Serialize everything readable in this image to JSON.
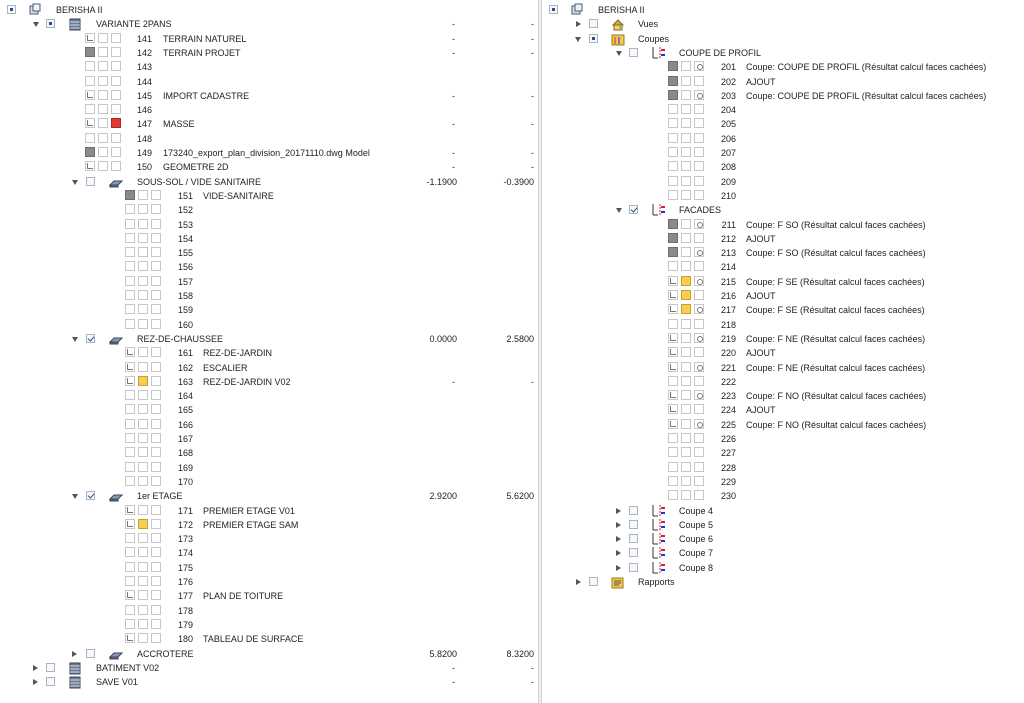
{
  "left": {
    "root": {
      "label": "BERISHA II"
    },
    "variant": {
      "label": "VARIANTE 2PANS",
      "v1": "-",
      "v2": "-"
    },
    "top_layers": [
      {
        "num": "141",
        "label": "TERRAIN NATUREL",
        "icons": [
          "plan",
          "blank",
          "blank"
        ],
        "v1": "-",
        "v2": "-"
      },
      {
        "num": "142",
        "label": "TERRAIN PROJET",
        "icons": [
          "img",
          "blank",
          "blank"
        ],
        "v1": "-",
        "v2": "-"
      },
      {
        "num": "143",
        "label": "",
        "icons": [
          "blank",
          "blank",
          "blank"
        ]
      },
      {
        "num": "144",
        "label": "",
        "icons": [
          "blank",
          "blank",
          "blank"
        ]
      },
      {
        "num": "145",
        "label": "IMPORT CADASTRE",
        "icons": [
          "plan",
          "blank",
          "blank"
        ],
        "v1": "-",
        "v2": "-"
      },
      {
        "num": "146",
        "label": "",
        "icons": [
          "blank",
          "blank",
          "blank"
        ]
      },
      {
        "num": "147",
        "label": "MASSE",
        "icons": [
          "plan",
          "blank",
          "red"
        ],
        "v1": "-",
        "v2": "-"
      },
      {
        "num": "148",
        "label": "",
        "icons": [
          "blank",
          "blank",
          "blank"
        ]
      },
      {
        "num": "149",
        "label": "173240_export_plan_division_20171110.dwg Model",
        "icons": [
          "img",
          "blank",
          "blank"
        ],
        "v1": "-",
        "v2": "-"
      },
      {
        "num": "150",
        "label": "GEOMETRE 2D",
        "icons": [
          "plan",
          "blank",
          "blank"
        ],
        "v1": "-",
        "v2": "-"
      }
    ],
    "floors": [
      {
        "label": "SOUS-SOL / VIDE SANITAIRE",
        "expanded": true,
        "check": "none",
        "v1": "-1.1900",
        "v2": "-0.3900",
        "layers": [
          {
            "num": "151",
            "label": "VIDE-SANITAIRE",
            "icons": [
              "img",
              "blank",
              "blank"
            ]
          },
          {
            "num": "152",
            "label": "",
            "icons": [
              "blank",
              "blank",
              "blank"
            ]
          },
          {
            "num": "153",
            "label": "",
            "icons": [
              "blank",
              "blank",
              "blank"
            ]
          },
          {
            "num": "154",
            "label": "",
            "icons": [
              "blank",
              "blank",
              "blank"
            ]
          },
          {
            "num": "155",
            "label": "",
            "icons": [
              "blank",
              "blank",
              "blank"
            ]
          },
          {
            "num": "156",
            "label": "",
            "icons": [
              "blank",
              "blank",
              "blank"
            ]
          },
          {
            "num": "157",
            "label": "",
            "icons": [
              "blank",
              "blank",
              "blank"
            ]
          },
          {
            "num": "158",
            "label": "",
            "icons": [
              "blank",
              "blank",
              "blank"
            ]
          },
          {
            "num": "159",
            "label": "",
            "icons": [
              "blank",
              "blank",
              "blank"
            ]
          },
          {
            "num": "160",
            "label": "",
            "icons": [
              "blank",
              "blank",
              "blank"
            ]
          }
        ]
      },
      {
        "label": "REZ-DE-CHAUSSEE",
        "expanded": true,
        "check": "checked",
        "v1": "0.0000",
        "v2": "2.5800",
        "layers": [
          {
            "num": "161",
            "label": "REZ-DE-JARDIN",
            "icons": [
              "plan",
              "blank",
              "blank"
            ]
          },
          {
            "num": "162",
            "label": "ESCALIER",
            "icons": [
              "plan",
              "blank",
              "blank"
            ]
          },
          {
            "num": "163",
            "label": "REZ-DE-JARDIN V02",
            "icons": [
              "plan",
              "yel",
              "blank"
            ],
            "v1": "-",
            "v2": "-"
          },
          {
            "num": "164",
            "label": "",
            "icons": [
              "blank",
              "blank",
              "blank"
            ]
          },
          {
            "num": "165",
            "label": "",
            "icons": [
              "blank",
              "blank",
              "blank"
            ]
          },
          {
            "num": "166",
            "label": "",
            "icons": [
              "blank",
              "blank",
              "blank"
            ]
          },
          {
            "num": "167",
            "label": "",
            "icons": [
              "blank",
              "blank",
              "blank"
            ]
          },
          {
            "num": "168",
            "label": "",
            "icons": [
              "blank",
              "blank",
              "blank"
            ]
          },
          {
            "num": "169",
            "label": "",
            "icons": [
              "blank",
              "blank",
              "blank"
            ]
          },
          {
            "num": "170",
            "label": "",
            "icons": [
              "blank",
              "blank",
              "blank"
            ]
          }
        ]
      },
      {
        "label": "1er ETAGE",
        "expanded": true,
        "check": "checked",
        "v1": "2.9200",
        "v2": "5.6200",
        "layers": [
          {
            "num": "171",
            "label": "PREMIER ETAGE V01",
            "icons": [
              "plan",
              "blank",
              "blank"
            ]
          },
          {
            "num": "172",
            "label": "PREMIER ETAGE SAM",
            "icons": [
              "plan",
              "yel",
              "blank"
            ]
          },
          {
            "num": "173",
            "label": "",
            "icons": [
              "blank",
              "blank",
              "blank"
            ]
          },
          {
            "num": "174",
            "label": "",
            "icons": [
              "blank",
              "blank",
              "blank"
            ]
          },
          {
            "num": "175",
            "label": "",
            "icons": [
              "blank",
              "blank",
              "blank"
            ]
          },
          {
            "num": "176",
            "label": "",
            "icons": [
              "blank",
              "blank",
              "blank"
            ]
          },
          {
            "num": "177",
            "label": "PLAN DE TOITURE",
            "icons": [
              "plan",
              "blank",
              "blank"
            ]
          },
          {
            "num": "178",
            "label": "",
            "icons": [
              "blank",
              "blank",
              "blank"
            ]
          },
          {
            "num": "179",
            "label": "",
            "icons": [
              "blank",
              "blank",
              "blank"
            ]
          },
          {
            "num": "180",
            "label": "TABLEAU DE SURFACE",
            "icons": [
              "plan",
              "blank",
              "blank"
            ]
          }
        ]
      },
      {
        "label": "ACCROTERE",
        "expanded": false,
        "check": "none",
        "v1": "5.8200",
        "v2": "8.3200",
        "layers": []
      }
    ],
    "buildings": [
      {
        "label": "BATIMENT V02",
        "v1": "-",
        "v2": "-"
      },
      {
        "label": "SAVE V01",
        "v1": "-",
        "v2": "-"
      }
    ]
  },
  "right": {
    "root": {
      "label": "BERISHA II"
    },
    "vues": {
      "label": "Vues"
    },
    "coupes": {
      "label": "Coupes"
    },
    "groups": [
      {
        "label": "COUPE DE PROFIL",
        "expanded": true,
        "check": "none",
        "items": [
          {
            "num": "201",
            "label": "Coupe: COUPE DE PROFIL (Résultat calcul faces cachées)",
            "icons": [
              "img",
              "blank",
              "gear"
            ]
          },
          {
            "num": "202",
            "label": "AJOUT",
            "icons": [
              "img",
              "blank",
              "blank"
            ]
          },
          {
            "num": "203",
            "label": "Coupe: COUPE DE PROFIL (Résultat calcul faces cachées)",
            "icons": [
              "img",
              "blank",
              "gear"
            ]
          },
          {
            "num": "204",
            "label": "",
            "icons": [
              "blank",
              "blank",
              "blank"
            ]
          },
          {
            "num": "205",
            "label": "",
            "icons": [
              "blank",
              "blank",
              "blank"
            ]
          },
          {
            "num": "206",
            "label": "",
            "icons": [
              "blank",
              "blank",
              "blank"
            ]
          },
          {
            "num": "207",
            "label": "",
            "icons": [
              "blank",
              "blank",
              "blank"
            ]
          },
          {
            "num": "208",
            "label": "",
            "icons": [
              "blank",
              "blank",
              "blank"
            ]
          },
          {
            "num": "209",
            "label": "",
            "icons": [
              "blank",
              "blank",
              "blank"
            ]
          },
          {
            "num": "210",
            "label": "",
            "icons": [
              "blank",
              "blank",
              "blank"
            ]
          }
        ]
      },
      {
        "label": "FACADES",
        "expanded": true,
        "check": "checked",
        "items": [
          {
            "num": "211",
            "label": "Coupe: F SO (Résultat calcul faces cachées)",
            "icons": [
              "img",
              "blank",
              "gear"
            ]
          },
          {
            "num": "212",
            "label": "AJOUT",
            "icons": [
              "img",
              "blank",
              "blank"
            ]
          },
          {
            "num": "213",
            "label": "Coupe: F SO (Résultat calcul faces cachées)",
            "icons": [
              "img",
              "blank",
              "gear"
            ]
          },
          {
            "num": "214",
            "label": "",
            "icons": [
              "blank",
              "blank",
              "blank"
            ]
          },
          {
            "num": "215",
            "label": "Coupe: F SE (Résultat calcul faces cachées)",
            "icons": [
              "plan",
              "yel",
              "gear"
            ]
          },
          {
            "num": "216",
            "label": "AJOUT",
            "icons": [
              "plan",
              "yel",
              "blank"
            ]
          },
          {
            "num": "217",
            "label": "Coupe: F SE (Résultat calcul faces cachées)",
            "icons": [
              "plan",
              "yel",
              "gear"
            ]
          },
          {
            "num": "218",
            "label": "",
            "icons": [
              "blank",
              "blank",
              "blank"
            ]
          },
          {
            "num": "219",
            "label": "Coupe: F NE (Résultat calcul faces cachées)",
            "icons": [
              "plan",
              "blank",
              "gear"
            ]
          },
          {
            "num": "220",
            "label": "AJOUT",
            "icons": [
              "plan",
              "blank",
              "blank"
            ]
          },
          {
            "num": "221",
            "label": "Coupe: F NE (Résultat calcul faces cachées)",
            "icons": [
              "plan",
              "blank",
              "gear"
            ]
          },
          {
            "num": "222",
            "label": "",
            "icons": [
              "blank",
              "blank",
              "blank"
            ]
          },
          {
            "num": "223",
            "label": "Coupe: F NO (Résultat calcul faces cachées)",
            "icons": [
              "plan",
              "blank",
              "gear"
            ]
          },
          {
            "num": "224",
            "label": "AJOUT",
            "icons": [
              "plan",
              "blank",
              "blank"
            ]
          },
          {
            "num": "225",
            "label": "Coupe: F NO (Résultat calcul faces cachées)",
            "icons": [
              "plan",
              "blank",
              "gear"
            ]
          },
          {
            "num": "226",
            "label": "",
            "icons": [
              "blank",
              "blank",
              "blank"
            ]
          },
          {
            "num": "227",
            "label": "",
            "icons": [
              "blank",
              "blank",
              "blank"
            ]
          },
          {
            "num": "228",
            "label": "",
            "icons": [
              "blank",
              "blank",
              "blank"
            ]
          },
          {
            "num": "229",
            "label": "",
            "icons": [
              "blank",
              "blank",
              "blank"
            ]
          },
          {
            "num": "230",
            "label": "",
            "icons": [
              "blank",
              "blank",
              "blank"
            ]
          }
        ]
      },
      {
        "label": "Coupe 4",
        "expanded": false,
        "check": "none",
        "items": []
      },
      {
        "label": "Coupe 5",
        "expanded": false,
        "check": "none",
        "items": []
      },
      {
        "label": "Coupe 6",
        "expanded": false,
        "check": "none",
        "items": []
      },
      {
        "label": "Coupe 7",
        "expanded": false,
        "check": "none",
        "items": []
      },
      {
        "label": "Coupe 8",
        "expanded": false,
        "check": "none",
        "items": []
      }
    ],
    "rapports": {
      "label": "Rapports"
    }
  }
}
